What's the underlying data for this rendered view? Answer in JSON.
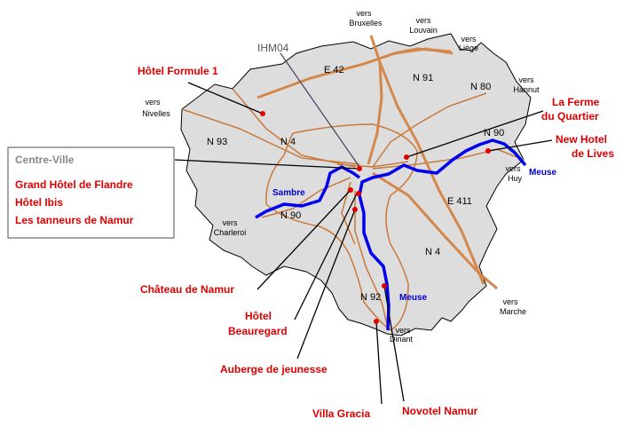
{
  "colors": {
    "border": "#000000",
    "fill": "#dddddd",
    "highway": "#d4874a",
    "road": "#c87a3e",
    "river": "#0000ee",
    "hotel": "#e00000",
    "pointer_line": "#4a4a66"
  },
  "map_label": "IHM04",
  "centre_ville": {
    "title": "Centre-Ville",
    "hotels": [
      "Grand Hôtel de Flandre",
      "Hôtel Ibis",
      "Les tanneurs de Namur"
    ]
  },
  "destinations": {
    "bruxelles": [
      "vers",
      "Bruxelles"
    ],
    "louvain": [
      "vers",
      "Louvain"
    ],
    "liege": [
      "vers",
      "Liège"
    ],
    "hannut": [
      "vers",
      "Hannut"
    ],
    "nivelles": [
      "vers",
      "Nivelles"
    ],
    "huy": [
      "vers",
      "Huy"
    ],
    "charleroi": [
      "vers",
      "Charleroi"
    ],
    "marche": [
      "vers",
      "Marche"
    ],
    "dinant": [
      "vers",
      "Dinant"
    ]
  },
  "roads": {
    "e42": "E 42",
    "n91": "N 91",
    "n80": "N 80",
    "n93": "N 93",
    "n4_north": "N 4",
    "n90_east": "N 90",
    "e411": "E 411",
    "n90_west": "N 90",
    "n4_south": "N 4",
    "n92": "N 92"
  },
  "rivers": {
    "sambre": "Sambre",
    "meuse_east": "Meuse",
    "meuse_south": "Meuse"
  },
  "hotels": {
    "formule1": "Hôtel Formule 1",
    "ferme": [
      "La Ferme",
      "du Quartier"
    ],
    "lives": [
      "New Hotel",
      "de Lives"
    ],
    "chateau": "Château de Namur",
    "beauregard": [
      "Hôtel",
      "Beauregard"
    ],
    "auberge": "Auberge de jeunesse",
    "gracia": "Villa Gracia",
    "novotel": "Novotel Namur"
  }
}
